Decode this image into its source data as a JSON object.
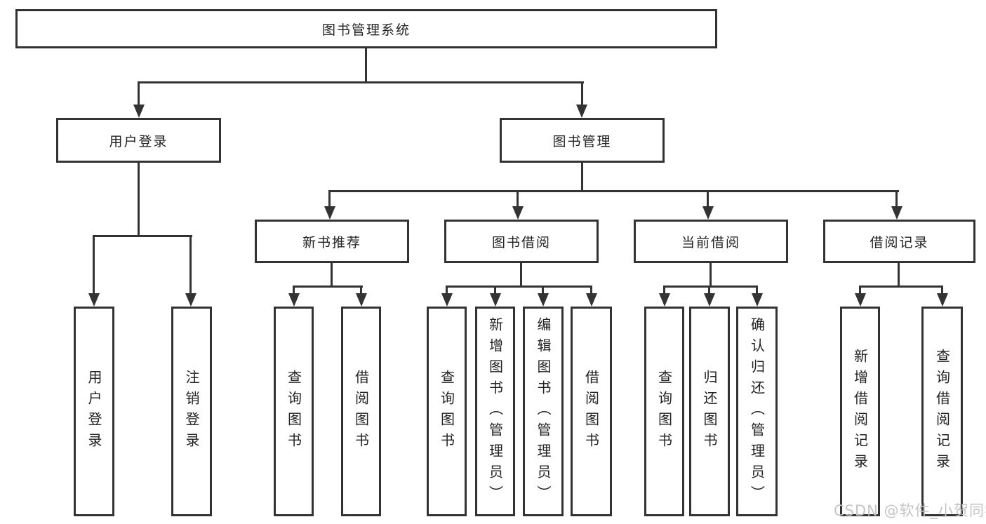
{
  "nodes": {
    "root": "图书管理系统",
    "user_login": "用户登录",
    "book_mgmt": "图书管理",
    "new_book_rec": "新书推荐",
    "book_borrow": "图书借阅",
    "current_borrow": "当前借阅",
    "borrow_record": "借阅记录",
    "leaf_user_login": "用户登录",
    "leaf_logout": "注销登录",
    "leaf_query_book_a": "查询图书",
    "leaf_borrow_book_a": "借阅图书",
    "leaf_query_book_b": "查询图书",
    "leaf_add_book": "新增图书（管理员）",
    "leaf_edit_book": "编辑图书（管理员）",
    "leaf_borrow_book_b": "借阅图书",
    "leaf_query_book_c": "查询图书",
    "leaf_return_book": "归还图书",
    "leaf_confirm_return": "确认归还（管理员）",
    "leaf_add_record": "新增借阅记录",
    "leaf_query_record": "查询借阅记录"
  },
  "watermark": "CSDN @软件_小贺同学",
  "colors": {
    "line": "#333333",
    "box_border": "#333333",
    "box_background": "#ffffff",
    "text": "#222222",
    "watermark": "#c5c5c5",
    "background": "#ffffff"
  }
}
